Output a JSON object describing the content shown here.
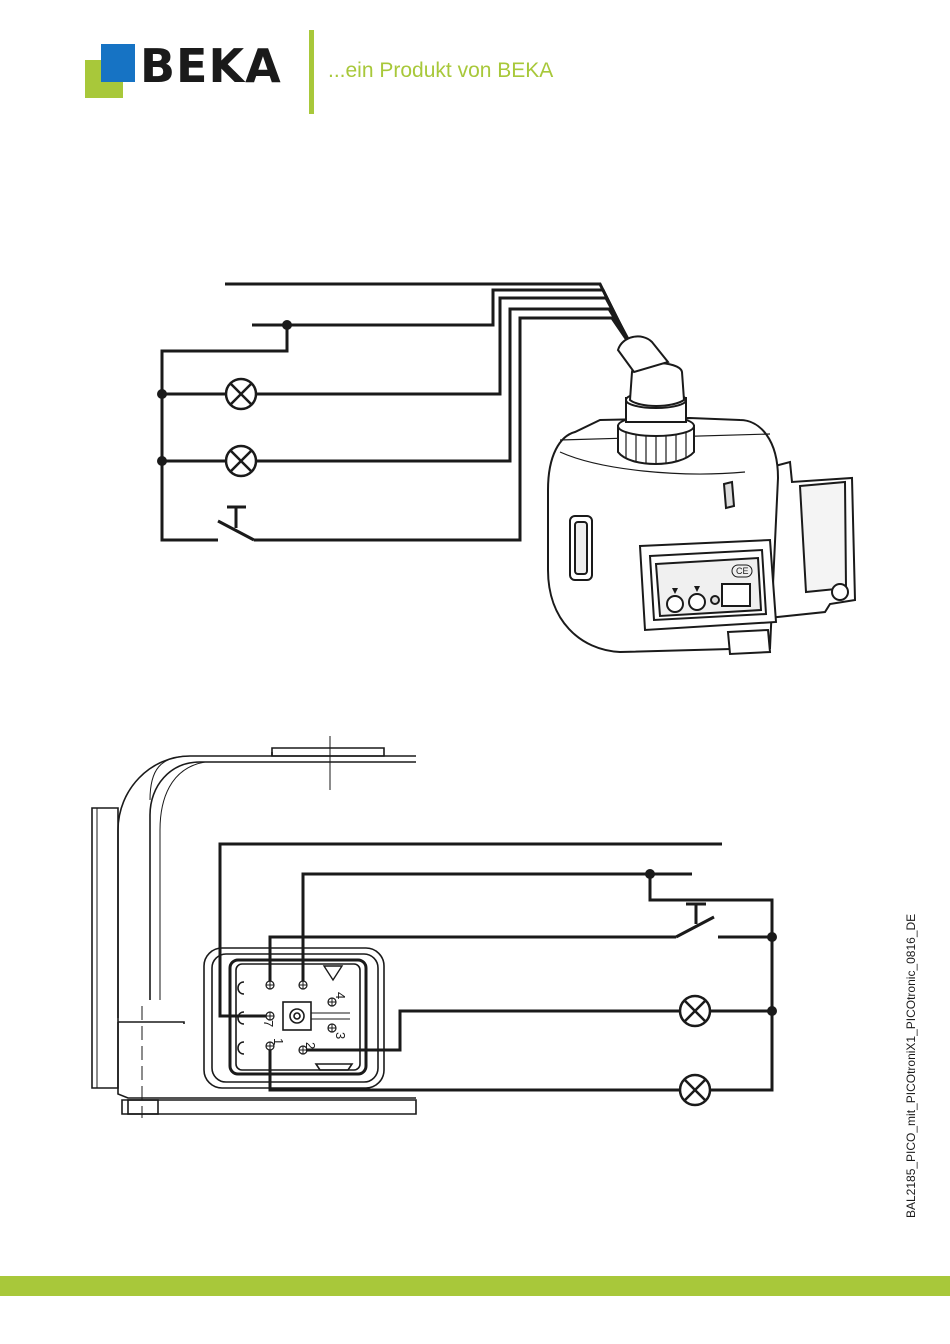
{
  "brand": {
    "name": "BEKA",
    "tagline": "...ein Produkt von BEKA",
    "colors": {
      "blue": "#1673c4",
      "green": "#a8c83a",
      "dark": "#1a1a1a"
    }
  },
  "connector": {
    "pin_labels": [
      "4",
      "7",
      "3",
      "1",
      "2"
    ]
  },
  "document_code": "BAL2185_PICO_mit_PICOtroniX1_PICOtronic_0816_DE"
}
